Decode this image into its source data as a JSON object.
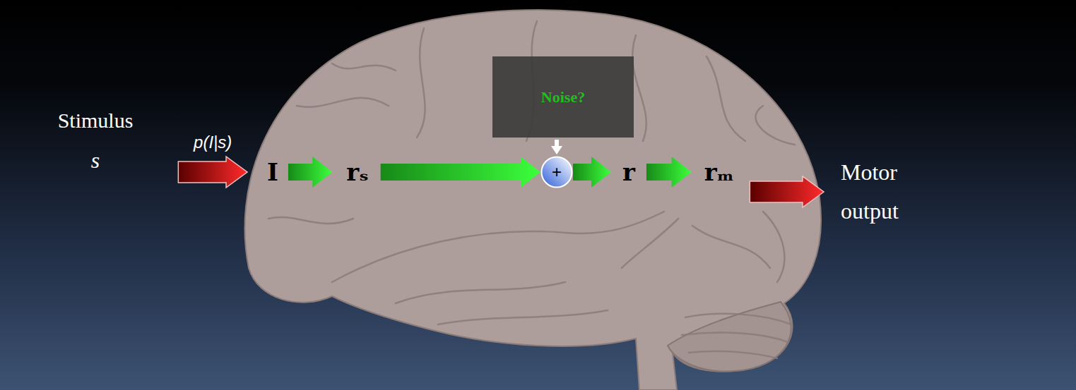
{
  "diagram": {
    "nodes": [
      {
        "text": [
          "Stimulus",
          "s"
        ]
      },
      {
        "text": [
          "I"
        ]
      },
      {
        "text": [
          "rₛ"
        ]
      },
      {
        "text": [
          "Noise?"
        ]
      },
      {
        "text": [
          "+"
        ]
      },
      {
        "text": [
          "r"
        ]
      },
      {
        "text": [
          "rₘ"
        ]
      },
      {
        "text": [
          "Motor output"
        ]
      }
    ],
    "edges": [
      {
        "from": 0,
        "to": 1,
        "label": "p(I|s)",
        "arrow": "to"
      },
      {
        "from": 1,
        "to": 2,
        "arrow": "to"
      },
      {
        "from": 2,
        "to": 4,
        "arrow": "to"
      },
      {
        "from": 3,
        "to": 4,
        "arrow": "to"
      },
      {
        "from": 4,
        "to": 5,
        "arrow": "to"
      },
      {
        "from": 5,
        "to": 6,
        "arrow": "to"
      },
      {
        "from": 6,
        "to": 7,
        "arrow": "to"
      }
    ]
  }
}
